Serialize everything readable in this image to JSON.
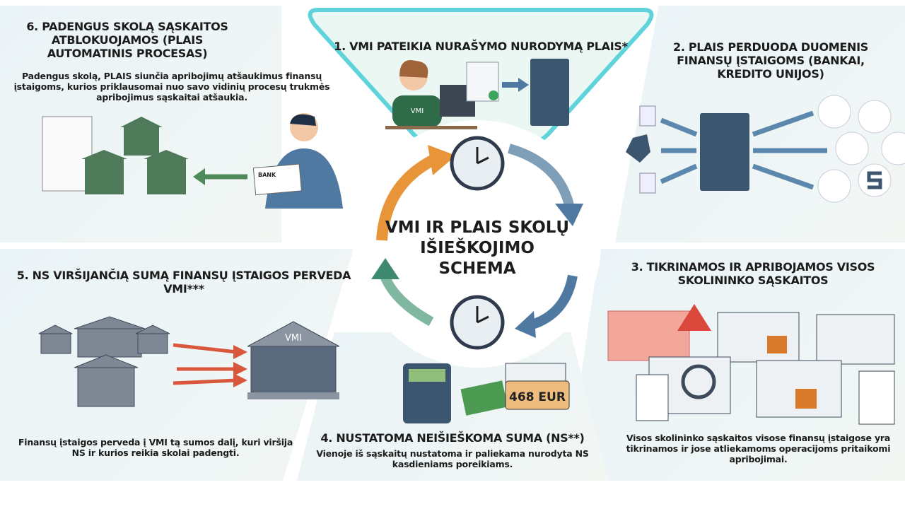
{
  "center_title": [
    "VMI IR PLAIS SKOLŲ",
    "IŠIEŠKOJIMO",
    "SCHEMA"
  ],
  "steps": [
    {
      "title": "1. VMI PATEIKIA NURAŠYMO NURODYMĄ PLAIS*",
      "shirt_label": "VMI"
    },
    {
      "title": "2. PLAIS PERDUODA DUOMENIS FINANSŲ ĮSTAIGOMS (BANKAI, KREDITO UNIJOS)"
    },
    {
      "title": "3. TIKRINAMOS IR APRIBOJAMOS VISOS SKOLININKO SĄSKAITOS",
      "description": "Visos skolininko sąskaitos visose finansų įstaigose yra tikrinamos ir jose atliekamoms operacijoms pritaikomi apribojimai."
    },
    {
      "title": "4. NUSTATOMA NEIŠIEŠKOMA SUMA (NS**)",
      "description": "Vienoje iš sąskaitų nustatoma ir paliekama nurodyta NS kasdieniams poreikiams.",
      "amount": "468 EUR"
    },
    {
      "title": "5. NS VIRŠIJANČIĄ SUMĄ FINANSŲ ĮSTAIGOS PERVEDA VMI***",
      "description": "Finansų įstaigos perveda į VMI tą sumos dalį, kuri viršija NS ir kurios reikia skolai padengti.",
      "building_label": "VMI"
    },
    {
      "title": "6. PADENGUS SKOLĄ SĄSKAITOS ATBLOKUOJAMOS (PLAIS AUTOMATINIS PROCESAS)",
      "description": "Padengus skolą, PLAIS siunčia apribojimų atšaukimus finansų įstaigoms, kurios priklausomai nuo savo vidinių procesų trukmės apribojimus sąskaitai atšaukia.",
      "paper_label": "BANK"
    }
  ],
  "colors": {
    "accent_cyan": "#5fd3dc",
    "arrow_orange": "#e8953a",
    "arrow_blue": "#4f79a0",
    "arrow_green": "#3f8a6e",
    "arrow_red": "#d9583d",
    "server": "#3d5670"
  }
}
